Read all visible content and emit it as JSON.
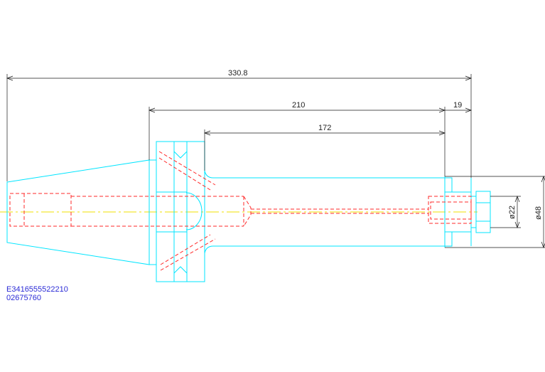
{
  "dimensions": {
    "overall_length": "330.8",
    "length_210": "210",
    "length_172": "172",
    "length_19": "19",
    "diameter_22": "ø22",
    "diameter_48": "ø48"
  },
  "part_codes": {
    "line1": "E3416555522210",
    "line2": "02675760"
  },
  "colors": {
    "outline": "#00e5ff",
    "hidden": "#ff2a2a",
    "centerline": "#f0e000",
    "dimension": "#1a1a1a",
    "code_text": "#2b2bd6"
  }
}
